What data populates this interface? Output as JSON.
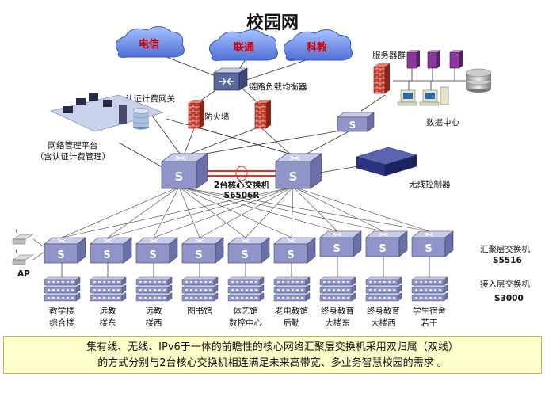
{
  "title": "校园网",
  "isps": [
    "电信",
    "联通",
    "科教"
  ],
  "labels": {
    "load_balancer": "链路负载均衡器",
    "firewall": "防火墙",
    "auth_gateway": "认证计费网关",
    "mgmt_platform_line1": "网络管理平台",
    "mgmt_platform_line2": "（含认证计费管理）",
    "server_group": "服务器群",
    "data_center": "数据中心",
    "core_line1": "2台核心交换机",
    "core_line2": "S6506R",
    "wireless_controller": "无线控制器",
    "aggregation_line1": "汇聚层交换机",
    "aggregation_line2": "S5516",
    "access_line1": "接入层交换机",
    "access_line2": "S3000",
    "ap": "AP"
  },
  "switch_letter": "S",
  "buildings": [
    {
      "line1": "教学楼",
      "line2": "综合楼"
    },
    {
      "line1": "远教",
      "line2": "楼东"
    },
    {
      "line1": "远教",
      "line2": "楼西"
    },
    {
      "line1": "图书馆",
      "line2": ""
    },
    {
      "line1": "体艺馆",
      "line2": "数控中心"
    },
    {
      "line1": "老电教馆",
      "line2": "后勤"
    },
    {
      "line1": "终身教育",
      "line2": "大楼东"
    },
    {
      "line1": "终身教育",
      "line2": "大楼西"
    },
    {
      "line1": "学生宿舍",
      "line2": "若干"
    }
  ],
  "caption": {
    "line1": "集有线、无线、IPv6于一体的前瞻性的核心网络汇聚层交换机采用双归属（双线）",
    "line2": "的方式分别与2台核心交换机相连满足未来高带宽、多业务智慧校园的需求 。"
  },
  "colors": {
    "cloud": "#5b7bd8",
    "isp_text": "#d40000",
    "switch_front": "#8f95c8",
    "switch_top": "#c8ccec",
    "switch_side": "#6a70aa",
    "firewall": "#c23a2a",
    "core_link": "#e03020",
    "caption_bg": "#ffffcc"
  }
}
